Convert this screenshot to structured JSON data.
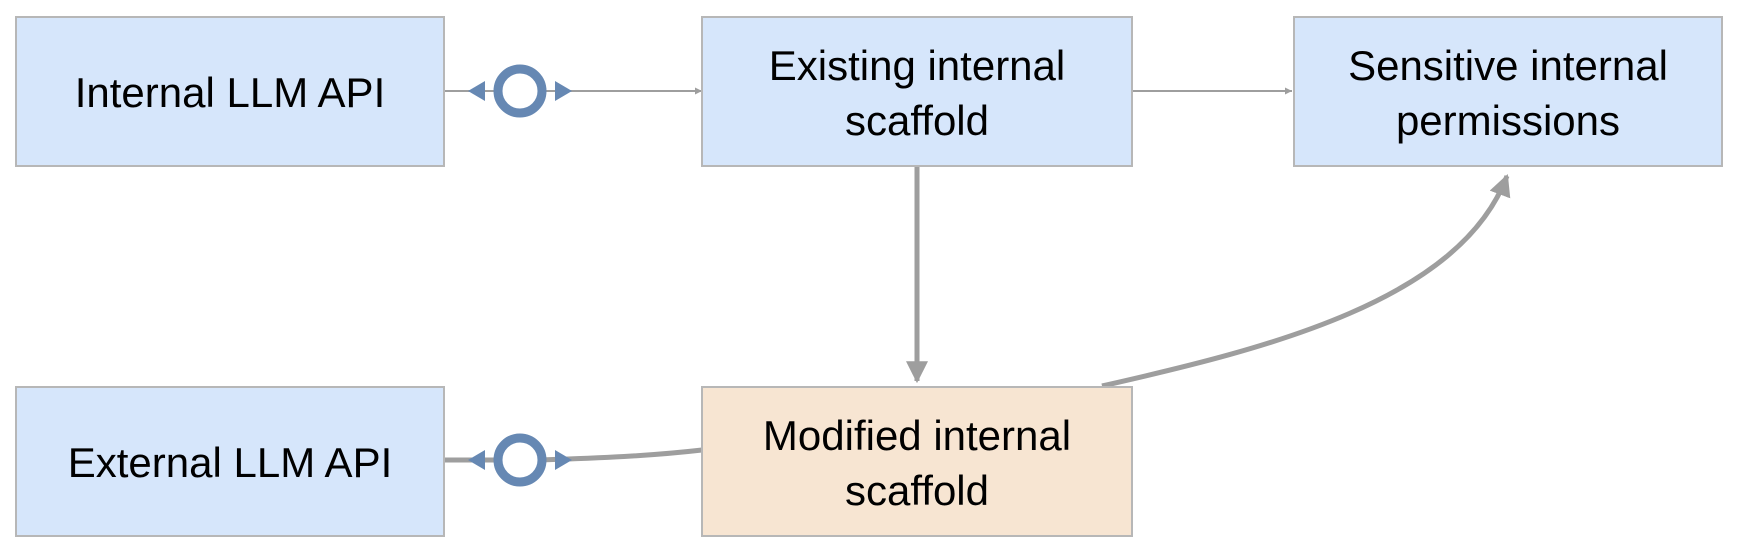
{
  "nodes": {
    "internal_llm_api": {
      "label": "Internal LLM API"
    },
    "existing_scaffold": {
      "lines": [
        "Existing internal",
        "scaffold"
      ]
    },
    "sensitive_permissions": {
      "lines": [
        "Sensitive internal",
        "permissions"
      ]
    },
    "external_llm_api": {
      "label": "External LLM API"
    },
    "modified_scaffold": {
      "lines": [
        "Modified internal",
        "scaffold"
      ]
    }
  },
  "colors": {
    "node_fill_blue": "#d6e6fb",
    "node_fill_peach": "#f7e5d2",
    "node_border": "#b7b7b7",
    "edge": "#9e9e9e",
    "connector": "#6688b3"
  }
}
